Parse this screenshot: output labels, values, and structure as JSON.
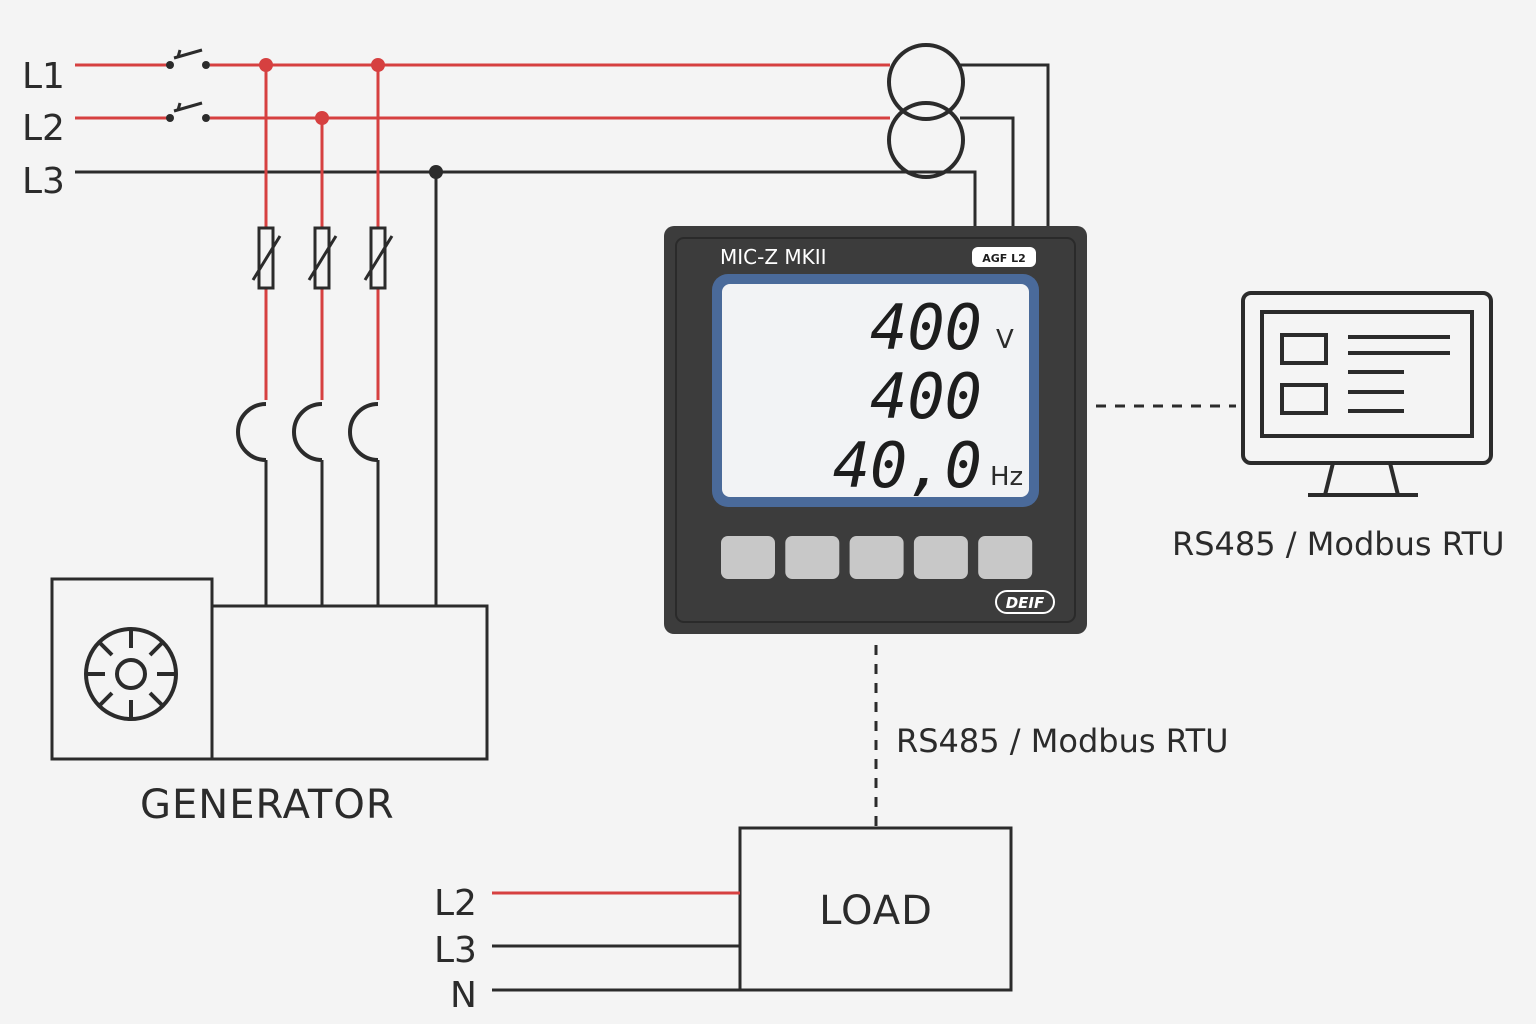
{
  "lines": {
    "top": [
      "L1",
      "L2",
      "L3"
    ],
    "load": [
      "L2",
      "L3",
      "N"
    ]
  },
  "generator": {
    "label": "GENERATOR"
  },
  "load": {
    "label": "LOAD"
  },
  "meter": {
    "model": "MIC-Z MKII",
    "badge": "AGF L2",
    "brand": "DEIF",
    "readings": [
      {
        "value": "400",
        "unit": "V"
      },
      {
        "value": "400",
        "unit": ""
      },
      {
        "value": "40,0",
        "unit": "Hz"
      }
    ],
    "button_count": 5
  },
  "comm": {
    "pc_link": "RS485 / Modbus RTU",
    "load_link": "RS485 / Modbus RTU"
  },
  "colors": {
    "phase": "#d64040",
    "wire": "#2b2b2b",
    "meter_body": "#3c3c3c",
    "lcd_frame": "#4a6a9a",
    "lcd_bg": "#f2f3f5",
    "button": "#c8c8c8"
  }
}
